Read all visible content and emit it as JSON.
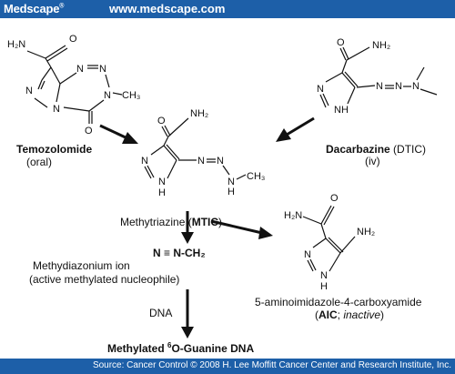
{
  "header": {
    "brand": "Medscape",
    "brand_mark": "®",
    "url": "www.medscape.com"
  },
  "footer": {
    "source": "Source: Cancer Control © 2008 H. Lee Moffitt Cancer Center and Research Institute, Inc."
  },
  "atoms": {
    "h2n": "H₂N",
    "o": "O",
    "nh2": "NH₂",
    "n": "N",
    "h": "H",
    "ch3": "CH₃",
    "nh": "NH"
  },
  "labels": {
    "temozolomide_name": "Temozolomide",
    "temozolomide_route": "(oral)",
    "dacarbazine_name": "Dacarbazine",
    "dacarbazine_abbr": " (DTIC)",
    "dacarbazine_route": "(iv)",
    "mtic_pre": "Methytriazine (",
    "mtic_abbr": "MTIC",
    "mtic_post": ")",
    "diazonium_formula": "N ≡ N-CH₂",
    "diazonium_name": "Methydiazonium ion",
    "diazonium_desc": "(active methylated nucleophile)",
    "aic_name": "5-aminoimidazole-4-carboxyamide",
    "aic_open": "(",
    "aic_abbr": "AIC",
    "aic_sep": "; ",
    "aic_inactive": "inactive",
    "aic_close": ")",
    "dna": "DNA",
    "guanine_pre": "Methylated ",
    "guanine_sup": "6",
    "guanine_post": "O-Guanine DNA"
  }
}
